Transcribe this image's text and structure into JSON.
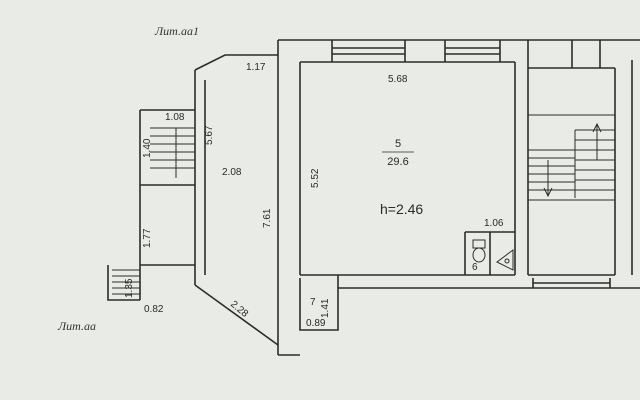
{
  "labels": {
    "lit_aa1": "Лит.аа1",
    "lit_aa": "Лит.аа"
  },
  "room5": {
    "number": "5",
    "area": "29.6",
    "height": "h=2.46"
  },
  "room6": {
    "number": "6"
  },
  "room7": {
    "number": "7",
    "width": "0.89",
    "depth": "1.41"
  },
  "dims": {
    "top_wall": "1.17",
    "stair_top": "1.08",
    "stair_side": "1.40",
    "left_diag": "5.67",
    "left_room": "2.08",
    "left_lower": "1.77",
    "left_bottom_side": "1.35",
    "left_bottom": "0.82",
    "diag_bottom": "2.28",
    "partition": "7.61",
    "room5_width": "5.68",
    "room5_depth": "5.52",
    "wc_width": "1.06"
  },
  "colors": {
    "paper": "#e9ebe6",
    "line": "#2c2c2c",
    "wall_fill": "#e6e8e2"
  }
}
